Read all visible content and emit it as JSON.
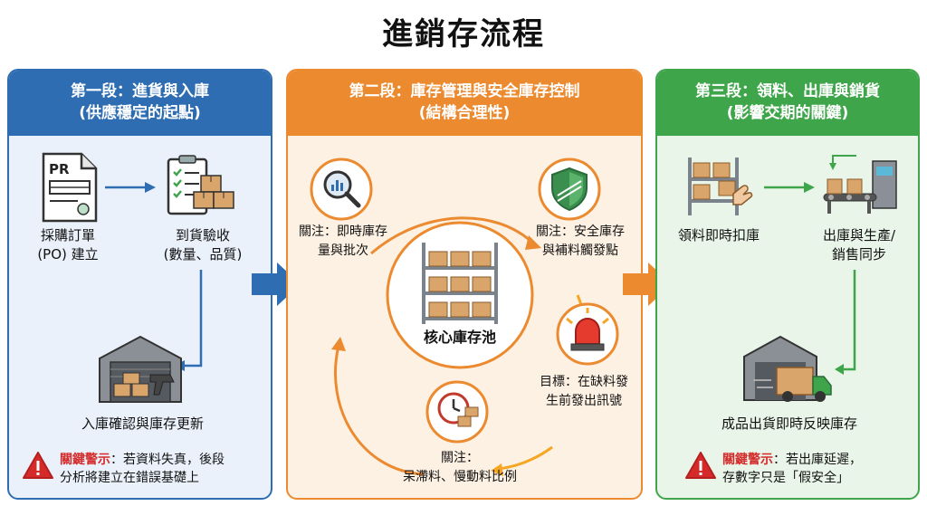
{
  "title": "進銷存流程",
  "stage1": {
    "title": "第一段：進貨與入庫",
    "subtitle": "(供應穩定的起點)",
    "po_label_1": "採購訂單",
    "po_label_2": "(PO) 建立",
    "po_doc_text": "PR",
    "receive_label_1": "到貨驗收",
    "receive_label_2": "(數量、品質)",
    "stock_label": "入庫確認與庫存更新",
    "warning_key": "關鍵警示",
    "warning_text_1": "：若資料失真，後段",
    "warning_text_2": "分析將建立在錯誤基礎上"
  },
  "stage2": {
    "title": "第二段：庫存管理與安全庫存控制",
    "subtitle": "(結構合理性)",
    "focus1_1": "關注：即時庫存",
    "focus1_2": "量與批次",
    "focus2_1": "關注：安全庫存",
    "focus2_2": "與補料觸發點",
    "core_label": "核心庫存池",
    "goal_1": "目標：在缺料發",
    "goal_2": "生前發出訊號",
    "focus3_1": "關注：",
    "focus3_2": "呆滯料、慢動料比例"
  },
  "stage3": {
    "title": "第三段：領料、出庫與銷貨",
    "subtitle": "(影響交期的關鍵)",
    "pick_label": "領料即時扣庫",
    "sync_label_1": "出庫與生產/",
    "sync_label_2": "銷售同步",
    "ship_label": "成品出貨即時反映庫存",
    "warning_key": "關鍵警示",
    "warning_text_1": "：若出庫延遲，",
    "warning_text_2": "存數字只是「假安全」"
  },
  "colors": {
    "stage1": "#2f6db3",
    "stage2": "#ec8a2f",
    "stage3": "#3fa54a",
    "warning": "#d42a2a",
    "box": "#d9a56b"
  },
  "icons": [
    "document-icon",
    "clipboard-boxes-icon",
    "warehouse-scanner-icon",
    "magnifier-chart-icon",
    "shield-icon",
    "shelf-boxes-icon",
    "siren-icon",
    "clock-boxes-icon",
    "hand-shelf-icon",
    "conveyor-machine-icon",
    "warehouse-truck-icon",
    "warning-icon"
  ]
}
